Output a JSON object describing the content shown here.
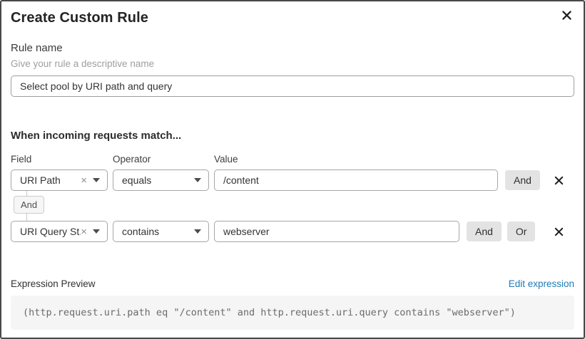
{
  "dialog": {
    "title": "Create Custom Rule"
  },
  "rule_name": {
    "label": "Rule name",
    "helper": "Give your rule a descriptive name",
    "value": "Select pool by URI path and query"
  },
  "matcher": {
    "heading": "When incoming requests match...",
    "columns": {
      "field": "Field",
      "operator": "Operator",
      "value": "Value"
    },
    "connector_label": "And",
    "rows": [
      {
        "field": "URI Path",
        "operator": "equals",
        "value": "/content",
        "buttons": [
          "And"
        ]
      },
      {
        "field": "URI Query St...",
        "operator": "contains",
        "value": "webserver",
        "buttons": [
          "And",
          "Or"
        ]
      }
    ]
  },
  "expression": {
    "label": "Expression Preview",
    "edit_link": "Edit expression",
    "code": "(http.request.uri.path eq \"/content\" and http.request.uri.query contains \"webserver\")"
  },
  "colors": {
    "link_blue": "#1f7bb6",
    "button_gray": "#e3e3e3",
    "code_bg": "#f5f5f5"
  }
}
